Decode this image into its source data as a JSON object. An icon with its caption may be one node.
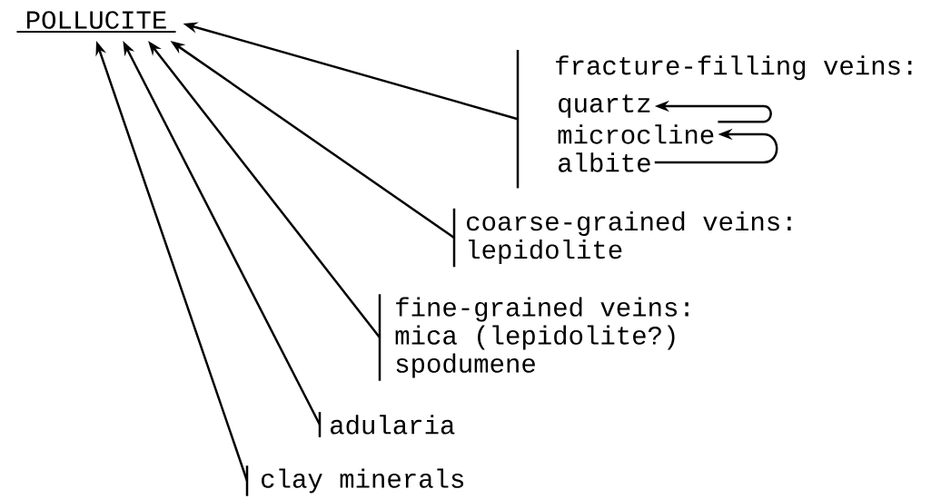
{
  "diagram": {
    "nodes": [
      {
        "text": [
          "POLLUCITE"
        ]
      },
      {
        "text": [
          "fracture-filling veins:"
        ]
      },
      {
        "text": [
          "quartz"
        ],
        "in": 1
      },
      {
        "text": [
          "microcline"
        ],
        "in": 1
      },
      {
        "text": [
          "albite"
        ],
        "in": 1
      },
      {
        "text": [
          "coarse-grained veins:",
          "lepidolite"
        ]
      },
      {
        "text": [
          "fine-grained veins:",
          "mica (lepidolite?)",
          "spodumene"
        ]
      },
      {
        "text": [
          "adularia"
        ]
      },
      {
        "text": [
          "clay minerals"
        ]
      }
    ],
    "edges": [
      {
        "from": 1,
        "to": 0,
        "arrow": "to"
      },
      {
        "from": 5,
        "to": 0,
        "arrow": "to"
      },
      {
        "from": 6,
        "to": 0,
        "arrow": "to"
      },
      {
        "from": 7,
        "to": 0,
        "arrow": "to"
      },
      {
        "from": 8,
        "to": 0,
        "arrow": "to"
      },
      {
        "from": 4,
        "to": 3,
        "arrow": "to"
      },
      {
        "from": 3,
        "to": 2,
        "arrow": "to"
      }
    ]
  }
}
